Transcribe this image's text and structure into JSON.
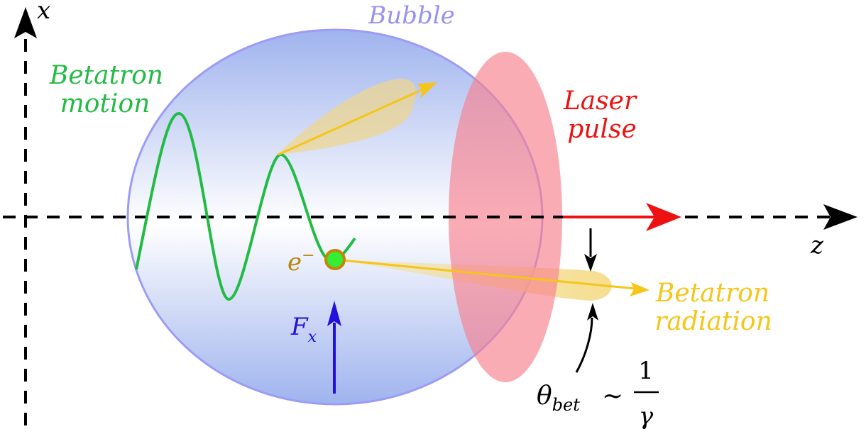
{
  "labels": {
    "axis_x": "x",
    "axis_z": "z",
    "bubble": "Bubble",
    "betatron_motion_line1": "Betatron",
    "betatron_motion_line2": "motion",
    "laser_line1": "Laser",
    "laser_line2": "pulse",
    "electron_base": "e",
    "electron_sup": "−",
    "force_base": "F",
    "force_sub": "x",
    "radiation_line1": "Betatron",
    "radiation_line2": "radiation",
    "theta_base": "θ",
    "theta_sub": "bet",
    "theta_sim": "∼",
    "theta_num": "1",
    "theta_den": "γ"
  },
  "colors": {
    "bubble_label": "#9a90f0",
    "bubble_fill_edge": "#9fb3ee",
    "bubble_stroke": "#9c9cf5",
    "betatron": "#22bb44",
    "laser": "#ee1111",
    "laser_fill": "#f98f9a",
    "radiation": "#f5c518",
    "radiation_cone": "#f5dc8a",
    "electron_label": "#b8860b",
    "force": "#2211dd",
    "axis": "#000000"
  }
}
